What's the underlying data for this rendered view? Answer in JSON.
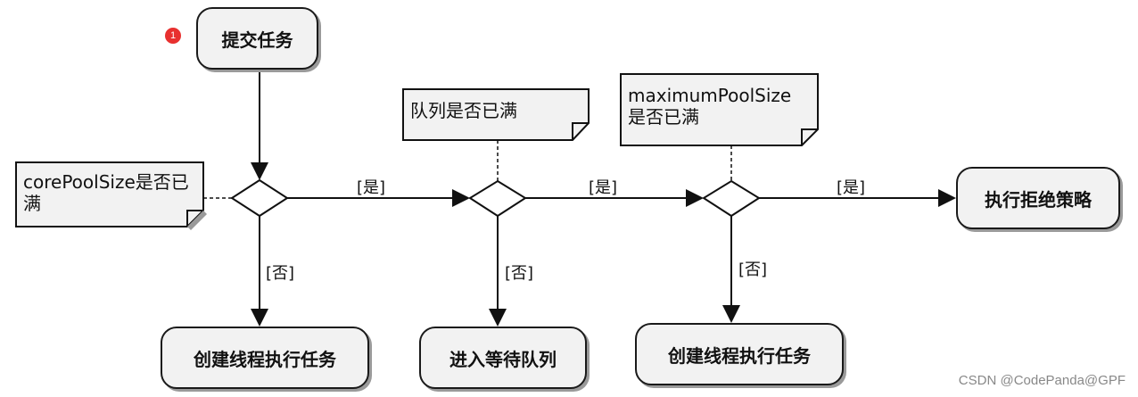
{
  "nodes": {
    "submit": "提交任务",
    "create1": "创建线程执行任务",
    "enqueue": "进入等待队列",
    "create2": "创建线程执行任务",
    "reject": "执行拒绝策略"
  },
  "notes": {
    "core": "corePoolSize是否已满",
    "queue": "队列是否已满",
    "max": "maximumPoolSize是否已满"
  },
  "edge_labels": {
    "yes1": "[是]",
    "yes2": "[是]",
    "yes3": "[是]",
    "no1": "[否]",
    "no2": "[否]",
    "no3": "[否]"
  },
  "badge": "1",
  "watermark": "CSDN @CodePanda@GPF"
}
